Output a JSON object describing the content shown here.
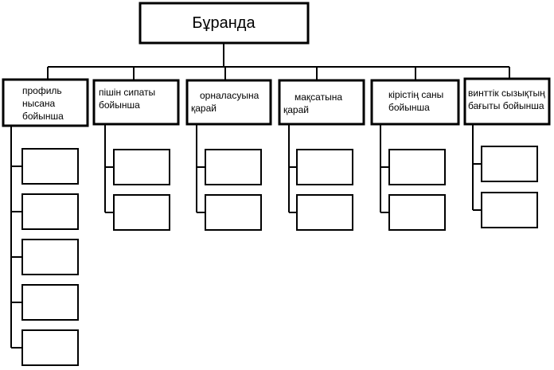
{
  "root": {
    "title": "Бұранда"
  },
  "categories": [
    {
      "lines": [
        "профиль",
        "нысана",
        "бойынша"
      ],
      "empty_boxes": 5
    },
    {
      "lines": [
        "пішін сипаты",
        "бойынша"
      ],
      "empty_boxes": 2
    },
    {
      "lines": [
        "орналасуына",
        "қарай"
      ],
      "empty_boxes": 2
    },
    {
      "lines": [
        "мақсатына",
        "қарай"
      ],
      "empty_boxes": 2
    },
    {
      "lines": [
        "кірістің саны",
        "бойынша"
      ],
      "empty_boxes": 2
    },
    {
      "lines": [
        "винттік сызықтың",
        "бағыты бойынша"
      ],
      "empty_boxes": 2
    }
  ]
}
